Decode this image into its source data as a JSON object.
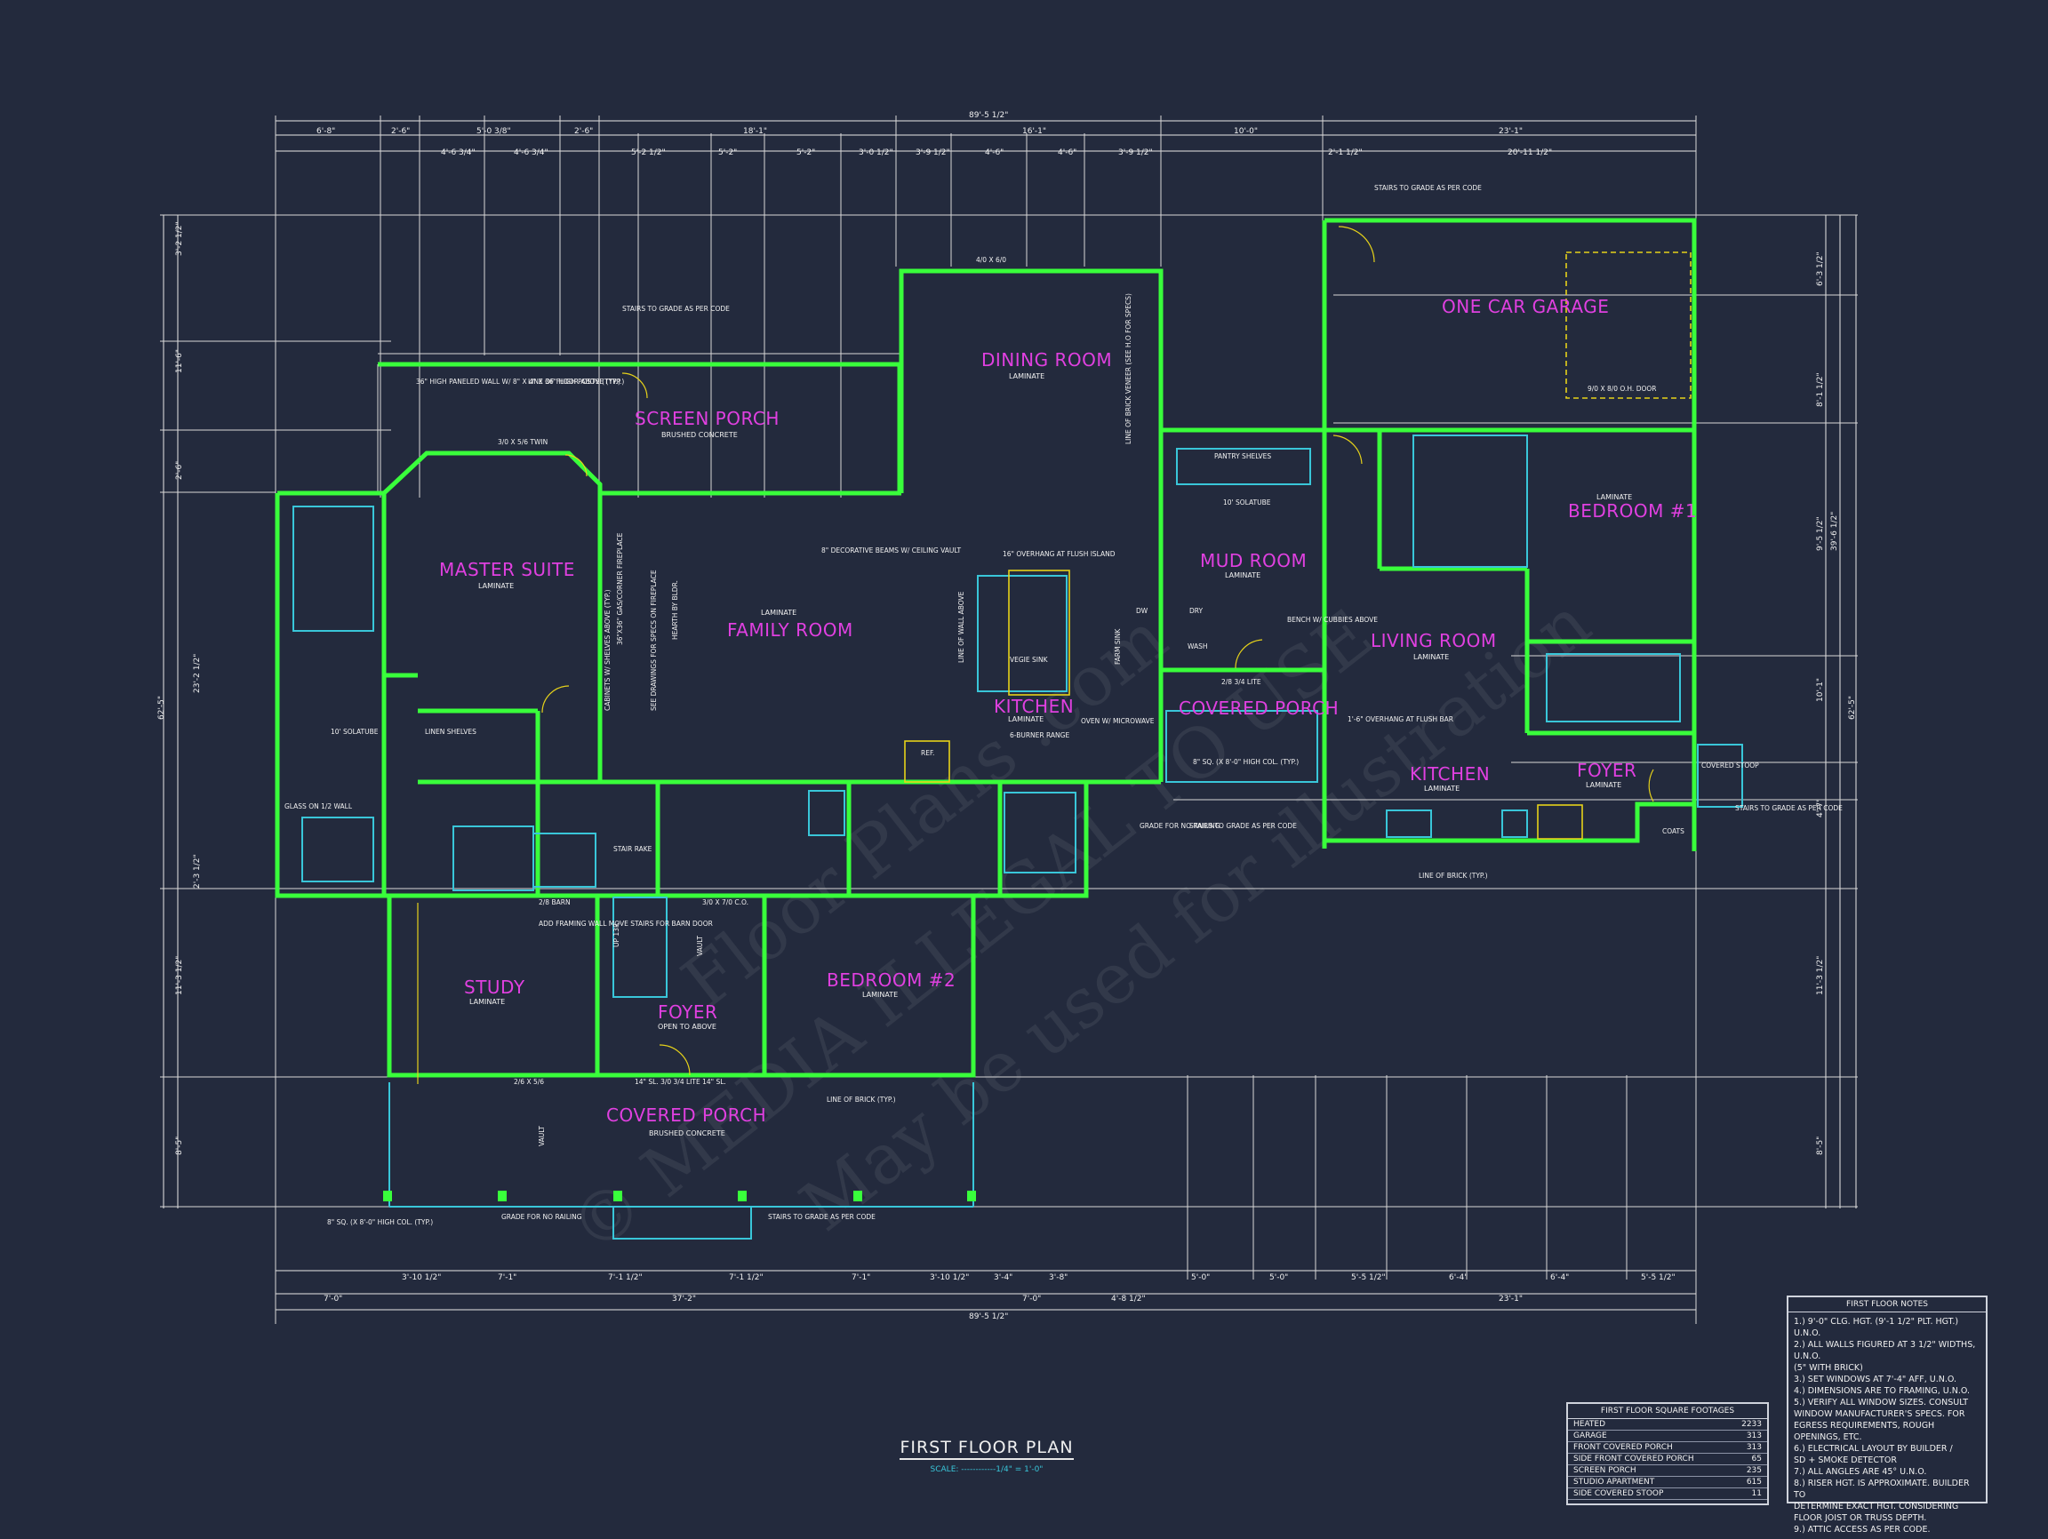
{
  "title": "FIRST FLOOR PLAN",
  "scale": "SCALE: ------------1/4\" = 1'-0\"",
  "watermark": [
    "© MEDIA ILLEGAL TO USE",
    "May be used for illustration",
    "Floor Plans .com"
  ],
  "rooms": [
    {
      "id": "screen-porch",
      "name": "SCREEN PORCH",
      "sub": "BRUSHED CONCRETE"
    },
    {
      "id": "dining-room",
      "name": "DINING ROOM",
      "sub": "LAMINATE"
    },
    {
      "id": "one-car-garage",
      "name": "ONE CAR GARAGE",
      "sub": ""
    },
    {
      "id": "master-suite",
      "name": "MASTER SUITE",
      "sub": "LAMINATE"
    },
    {
      "id": "family-room",
      "name": "FAMILY ROOM",
      "sub": "LAMINATE"
    },
    {
      "id": "kitchen-main",
      "name": "KITCHEN",
      "sub": "LAMINATE"
    },
    {
      "id": "mud-room",
      "name": "MUD ROOM",
      "sub": "LAMINATE"
    },
    {
      "id": "covered-porch-side",
      "name": "COVERED PORCH",
      "sub": ""
    },
    {
      "id": "bedroom-1",
      "name": "BEDROOM #1",
      "sub": "LAMINATE"
    },
    {
      "id": "living-room",
      "name": "LIVING ROOM",
      "sub": "LAMINATE"
    },
    {
      "id": "kitchen-apt",
      "name": "KITCHEN",
      "sub": "LAMINATE"
    },
    {
      "id": "foyer-apt",
      "name": "FOYER",
      "sub": "LAMINATE"
    },
    {
      "id": "study",
      "name": "STUDY",
      "sub": "LAMINATE"
    },
    {
      "id": "foyer-main",
      "name": "FOYER",
      "sub": "OPEN TO ABOVE"
    },
    {
      "id": "bedroom-2",
      "name": "BEDROOM #2",
      "sub": "LAMINATE"
    },
    {
      "id": "covered-porch-front",
      "name": "COVERED PORCH",
      "sub": "BRUSHED CONCRETE"
    }
  ],
  "dimensions": {
    "overall_top": "89'-5 1/2\"",
    "overall_bottom": "89'-5 1/2\"",
    "top_row1": [
      "6'-8\"",
      "2'-6\"",
      "5'-0 3/8\"",
      "2'-6\"",
      "18'-1\"",
      "16'-1\"",
      "10'-0\"",
      "23'-1\""
    ],
    "top_row2": [
      "4'-6 3/4\"",
      "4'-6 3/4\"",
      "5'-2 1/2\"",
      "5'-2\"",
      "5'-2\"",
      "3'-0 1/2\"",
      "3'-9 1/2\"",
      "4'-6\"",
      "4'-6\"",
      "3'-9 1/2\"",
      "2'-1 1/2\"",
      "20'-11 1/2\""
    ],
    "bottom_row1": [
      "3'-10 1/2\"",
      "7'-1\"",
      "7'-1 1/2\"",
      "7'-1 1/2\"",
      "7'-1\"",
      "3'-10 1/2\"",
      "3'-4\"",
      "3'-8\"",
      "5'-0\"",
      "5'-0\"",
      "5'-5 1/2\"",
      "6'-4\"",
      "6'-4\"",
      "5'-5 1/2\""
    ],
    "bottom_row2": [
      "7'-0\"",
      "37'-2\"",
      "7'-0\"",
      "4'-8 1/2\"",
      "23'-1\""
    ],
    "left": [
      "3'-2 1/2\"",
      "11'-6\"",
      "2'-6\"",
      "23'-2 1/2\"",
      "2'-3 1/2\"",
      "11'-3 1/2\"",
      "8'-5\""
    ],
    "left_overall": "62'-5\"",
    "right": [
      "6'-3 1/2\"",
      "8'-1 1/2\"",
      "9'-5 1/2\"",
      "10'-1\"",
      "4'-7\"",
      "11'-3 1/2\"",
      "8'-5\""
    ],
    "right_overall": "62'-5\"",
    "right_inner": "39'-6 1/2\""
  },
  "annotations": [
    "STAIRS TO GRADE AS PER CODE",
    "36\" HIGH PANELED WALL W/ 8\" X 4\" X 36\" HIGH POSTS (TYP.)",
    "LINE OF FLOOR ABOVE (TYP.)",
    "3/0 X 5/6 TWIN",
    "4/0 X 6/0",
    "LINE OF BRICK VENEER (SEE H.O FOR SPECS)",
    "PANTRY SHELVES",
    "10' SOLATUBE",
    "STAIRS TO GRADE AS PER CODE",
    "9/0 X 8/0 O.H. DOOR",
    "8\" DECORATIVE BEAMS W/ CEILING VAULT",
    "16\" OVERHANG AT FLUSH ISLAND",
    "LINE OF WALL ABOVE",
    "VEGIE SINK",
    "6-BURNER RANGE",
    "OVEN W/ MICROWAVE",
    "REF.",
    "FARM SINK",
    "DW",
    "DRY",
    "WASH",
    "BENCH W/ CUBBIES ABOVE",
    "2/8 3/4 LITE",
    "8\" SQ. (X 8'-0\" HIGH COL. (TYP.)",
    "GRADE FOR NO RAILING",
    "STAIRS TO GRADE AS PER CODE",
    "1'-6\" OVERHANG AT FLUSH BAR",
    "LINE OF BRICK (TYP.)",
    "COVERED STOOP",
    "STAIRS TO GRADE AS PER CODE",
    "COATS",
    "LINEN SHELVES",
    "GLASS ON 1/2 WALL",
    "10' SOLATUBE",
    "36\"X36\" GAS/CORNER FIREPLACE",
    "CABINETS W/ SHELVES ABOVE (TYP.)",
    "SEE DRAWINGS FOR SPECS ON FIREPLACE",
    "HEARTH BY BLDR.",
    "STAIR RAKE",
    "ADD FRAMING WALL MOVE STAIRS FOR BARN DOOR",
    "UP 13R",
    "VAULT",
    "2/8 BARN",
    "3/0 X 7/0 C.O.",
    "LINE OF BRICK (TYP.)",
    "VAULT",
    "GRADE FOR NO RAILING",
    "STAIRS TO GRADE AS PER CODE",
    "8\" SQ. (X 8'-0\" HIGH COL. (TYP.)",
    "14\" SL. 3/0 3/4 LITE 14\" SL.",
    "2/6 X 5/6"
  ],
  "square_footages": {
    "title": "FIRST FLOOR SQUARE FOOTAGES",
    "rows": [
      {
        "label": "HEATED",
        "value": "2233"
      },
      {
        "label": "GARAGE",
        "value": "313"
      },
      {
        "label": "FRONT COVERED PORCH",
        "value": "313"
      },
      {
        "label": "SIDE FRONT COVERED PORCH",
        "value": "65"
      },
      {
        "label": "SCREEN PORCH",
        "value": "235"
      },
      {
        "label": "STUDIO APARTMENT",
        "value": "615"
      },
      {
        "label": "SIDE COVERED STOOP",
        "value": "11"
      }
    ]
  },
  "floor_notes": {
    "title": "FIRST FLOOR NOTES",
    "items": [
      "1.) 9'-0\" CLG. HGT. (9'-1 1/2\" PLT. HGT.) U.N.O.",
      "2.) ALL WALLS FIGURED AT 3 1/2\" WIDTHS, U.N.O.",
      "    (5\" WITH BRICK)",
      "3.) SET WINDOWS AT 7'-4\" AFF, U.N.O.",
      "4.) DIMENSIONS ARE TO FRAMING, U.N.O.",
      "5.) VERIFY ALL WINDOW SIZES. CONSULT",
      "    WINDOW MANUFACTURER'S SPECS. FOR",
      "    EGRESS REQUIREMENTS, ROUGH",
      "    OPENINGS, ETC.",
      "6.) ELECTRICAL LAYOUT BY BUILDER /",
      "    SD + SMOKE DETECTOR",
      "7.) ALL ANGLES ARE 45° U.N.O.",
      "8.) RISER HGT. IS APPROXIMATE. BUILDER TO",
      "    DETERMINE EXACT HGT. CONSIDERING",
      "    FLOOR JOIST OR TRUSS DEPTH.",
      "9.) ATTIC ACCESS AS PER CODE."
    ]
  },
  "colors": {
    "background": "#232a3d",
    "walls": "#39ff3b",
    "labels": "#e040e0",
    "cyan": "#39c6d9",
    "yellow": "#e6d21a"
  }
}
